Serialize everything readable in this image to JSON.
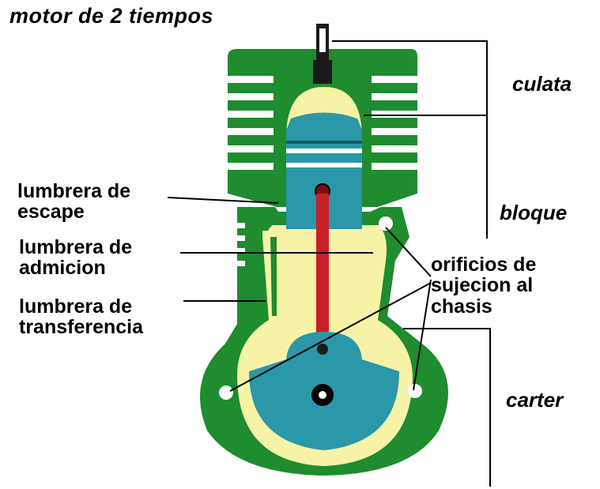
{
  "title": "motor de 2 tiempos",
  "sections": {
    "culata": "culata",
    "bloque": "bloque",
    "carter": "carter"
  },
  "labels": {
    "escape": [
      "lumbrera de",
      "escape"
    ],
    "admicion": [
      "lumbrera de",
      "admicion"
    ],
    "transferencia": [
      "lumbrera de",
      "transferencia"
    ],
    "orificios": [
      "orificios de",
      "sujecion al",
      "chasis"
    ]
  },
  "colors": {
    "housing": "#1e8c2f",
    "mixture": "#f6f3a6",
    "piston": "#2a98a8",
    "rod": "#c8202a",
    "lines": "#000000",
    "background": "#ffffff"
  }
}
